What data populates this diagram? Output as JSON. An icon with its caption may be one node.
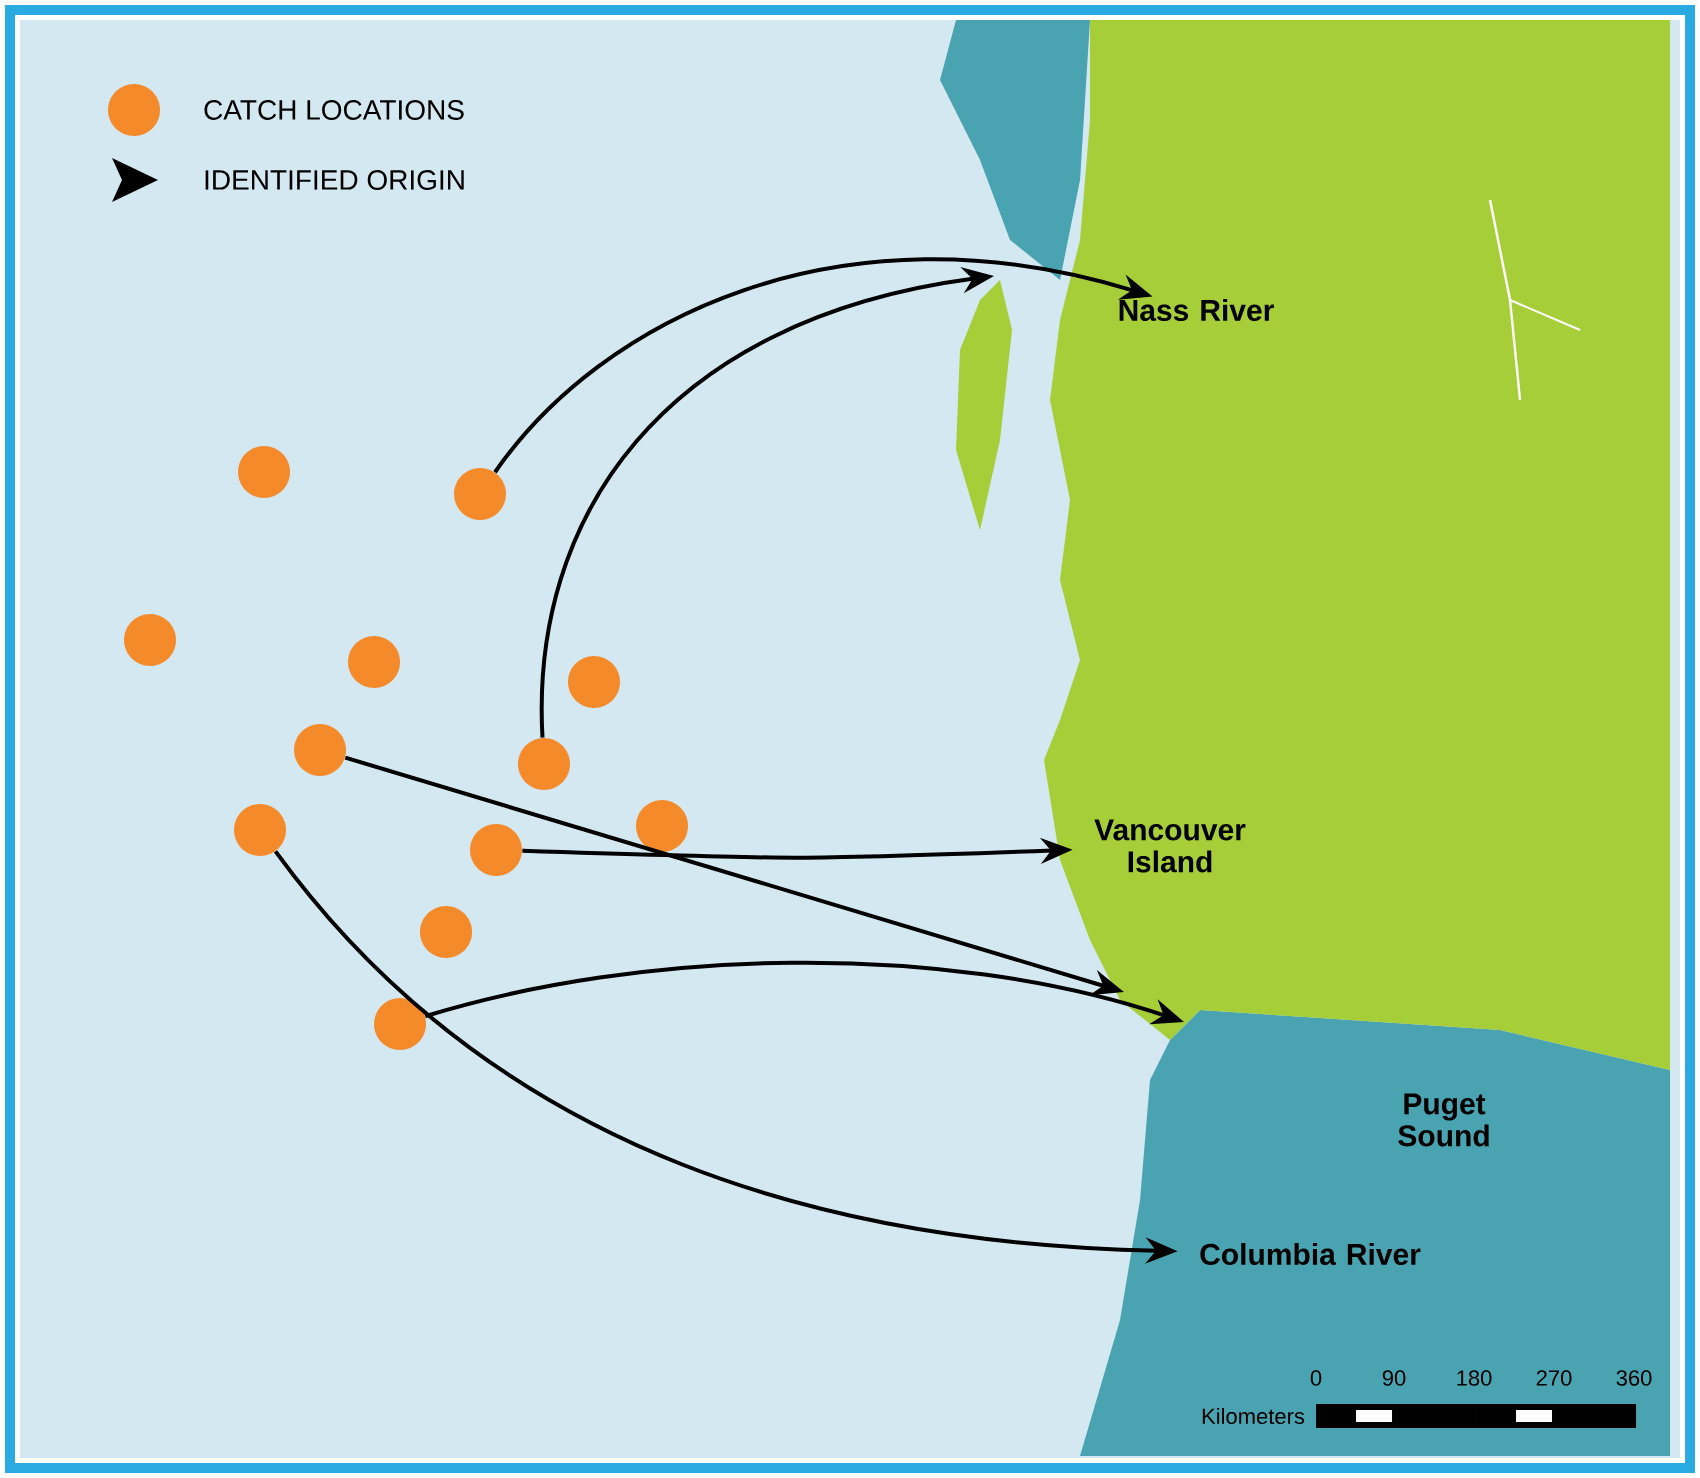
{
  "diagram": {
    "nodes": [
      {
        "text": [],
        "shape": "circle"
      },
      {
        "text": [],
        "shape": "circle"
      },
      {
        "text": [],
        "shape": "circle"
      },
      {
        "text": [],
        "shape": "circle"
      },
      {
        "text": [],
        "shape": "circle"
      },
      {
        "text": [],
        "shape": "circle"
      },
      {
        "text": [],
        "shape": "circle"
      },
      {
        "text": [],
        "shape": "circle"
      },
      {
        "text": [],
        "shape": "circle"
      },
      {
        "text": [],
        "shape": "circle"
      },
      {
        "text": [],
        "shape": "circle"
      },
      {
        "text": [],
        "shape": "circle"
      },
      {
        "text": [
          "Nass River"
        ]
      },
      {
        "text": [
          "Vancouver Island"
        ]
      },
      {
        "text": [
          "Columbia River"
        ]
      }
    ],
    "edges": [
      {
        "from": 1,
        "to": 12,
        "arrow": "to"
      },
      {
        "from": 6,
        "to": null,
        "arrow": "to"
      },
      {
        "from": 5,
        "to": null,
        "arrow": "to"
      },
      {
        "from": 8,
        "to": 13,
        "arrow": "to"
      },
      {
        "from": 11,
        "to": null,
        "arrow": "to"
      },
      {
        "from": 7,
        "to": 14,
        "arrow": "to"
      }
    ],
    "labels": [
      "Puget Sound",
      "0",
      "90",
      "180",
      "270",
      "360",
      "Kilometers"
    ],
    "legend": [
      {
        "text": "CATCH LOCATIONS",
        "color": "#f58a2a"
      },
      {
        "text": "IDENTIFIED ORIGIN"
      }
    ]
  }
}
